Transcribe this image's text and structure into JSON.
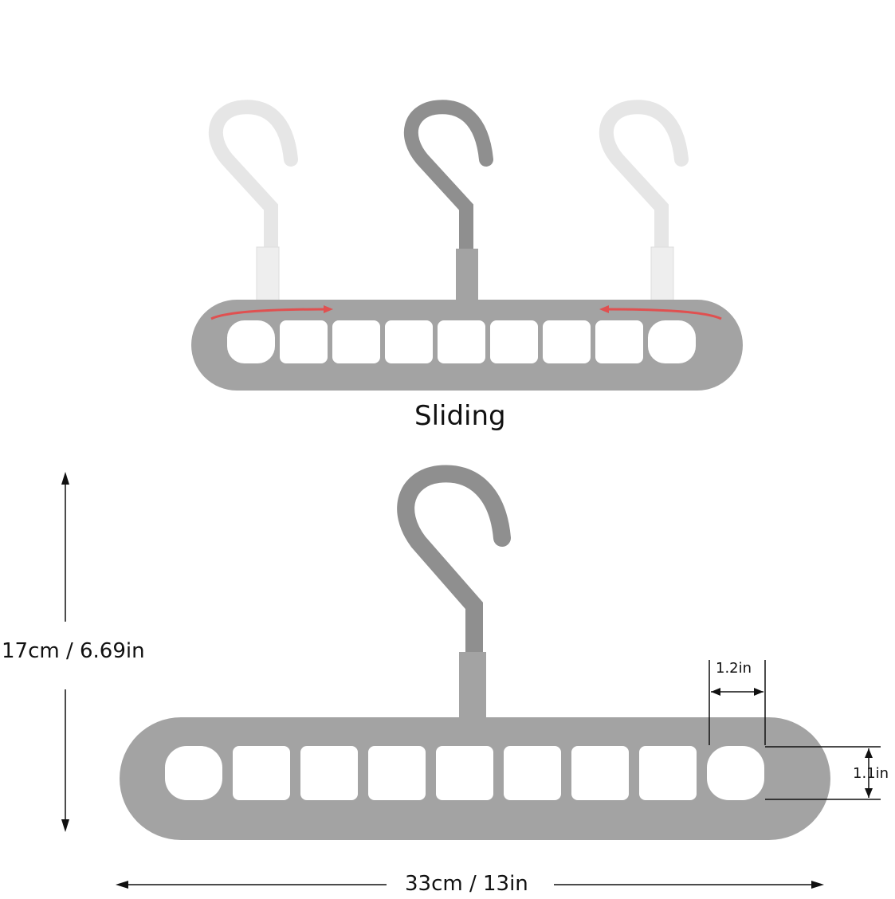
{
  "top_caption": "Sliding",
  "height_dim": "17cm / 6.69in",
  "width_dim": "33cm / 13in",
  "slot_width_dim": "1.2in",
  "slot_height_dim": "1.1in",
  "colors": {
    "hanger": "#a3a3a3",
    "hook_dark": "#8f8f8f",
    "hook_light": "#e6e6e6",
    "arrow": "#e05050",
    "dim": "#111111"
  },
  "slot_count": 9
}
